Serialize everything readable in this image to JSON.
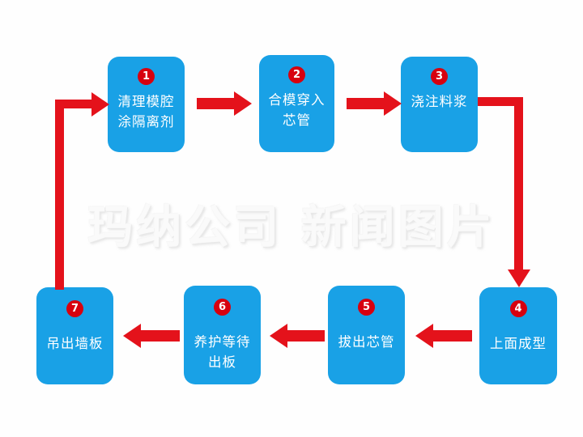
{
  "diagram": {
    "title_watermark": "玛纳公司 新闻图片",
    "colors": {
      "node_fill": "#19a1e6",
      "badge_fill": "#d7000f",
      "arrow": "#e4121b",
      "node_text": "#ffffff",
      "background": "#fefefe",
      "watermark": "#fafafa"
    },
    "nodes": [
      {
        "num": "1",
        "label": "清理模腔\n涂隔离剂"
      },
      {
        "num": "2",
        "label": "合模穿入\n芯管"
      },
      {
        "num": "3",
        "label": "浇注料浆"
      },
      {
        "num": "4",
        "label": "上面成型"
      },
      {
        "num": "5",
        "label": "拔出芯管"
      },
      {
        "num": "6",
        "label": "养护等待\n出板"
      },
      {
        "num": "7",
        "label": "吊出墙板"
      }
    ],
    "connectors": [
      {
        "name": "arrow-1-to-2",
        "from": "1",
        "to": "2",
        "direction": "right"
      },
      {
        "name": "arrow-2-to-3",
        "from": "2",
        "to": "3",
        "direction": "right"
      },
      {
        "name": "arrow-3-to-4",
        "from": "3",
        "to": "4",
        "direction": "elbow-right-down"
      },
      {
        "name": "arrow-4-to-5",
        "from": "4",
        "to": "5",
        "direction": "left"
      },
      {
        "name": "arrow-5-to-6",
        "from": "5",
        "to": "6",
        "direction": "left"
      },
      {
        "name": "arrow-6-to-7",
        "from": "6",
        "to": "7",
        "direction": "left"
      },
      {
        "name": "arrow-7-to-1",
        "from": "7",
        "to": "1",
        "direction": "elbow-up-right"
      }
    ]
  }
}
